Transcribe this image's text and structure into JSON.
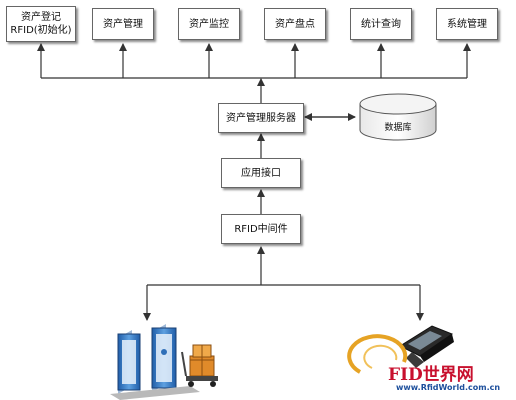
{
  "top_modules": [
    {
      "id": "register",
      "lines": [
        "资产登记",
        "RFID(初始化)"
      ]
    },
    {
      "id": "management",
      "lines": [
        "资产管理"
      ]
    },
    {
      "id": "monitor",
      "lines": [
        "资产监控"
      ]
    },
    {
      "id": "inventory",
      "lines": [
        "资产盘点"
      ]
    },
    {
      "id": "statistics",
      "lines": [
        "统计查询"
      ]
    },
    {
      "id": "system",
      "lines": [
        "系统管理"
      ]
    }
  ],
  "server": {
    "label": "资产管理服务器"
  },
  "database": {
    "label": "数据库"
  },
  "api": {
    "label": "应用接口"
  },
  "middleware": {
    "label": "RFID中间件"
  },
  "watermark": {
    "logo_text": "FID世界网",
    "url": "www.RfidWorld.com.cn"
  },
  "colors": {
    "line": "#333333",
    "box_border": "#666666",
    "gate_blue": "#2f6fb8",
    "watermark_red": "#c8102e",
    "watermark_blue": "#1d4f9c"
  },
  "icons": [
    "rfid-gate-icon",
    "cart-icon",
    "handheld-reader-icon"
  ]
}
